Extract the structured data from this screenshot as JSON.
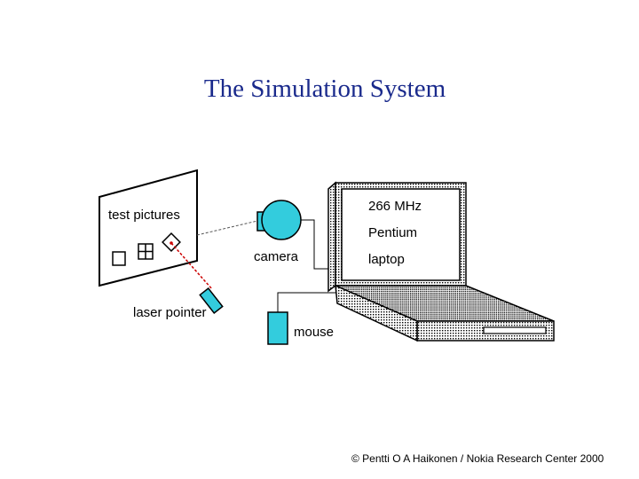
{
  "slide": {
    "title": "The Simulation System"
  },
  "diagram": {
    "labels": {
      "test_pictures": "test pictures",
      "laser_pointer": "laser pointer",
      "camera": "camera",
      "mouse": "mouse",
      "laptop_line1": "266 MHz",
      "laptop_line2": "Pentium",
      "laptop_line3": "laptop"
    }
  },
  "footer": {
    "copyright": "© Pentti O A Haikonen / Nokia Research Center 2000"
  }
}
